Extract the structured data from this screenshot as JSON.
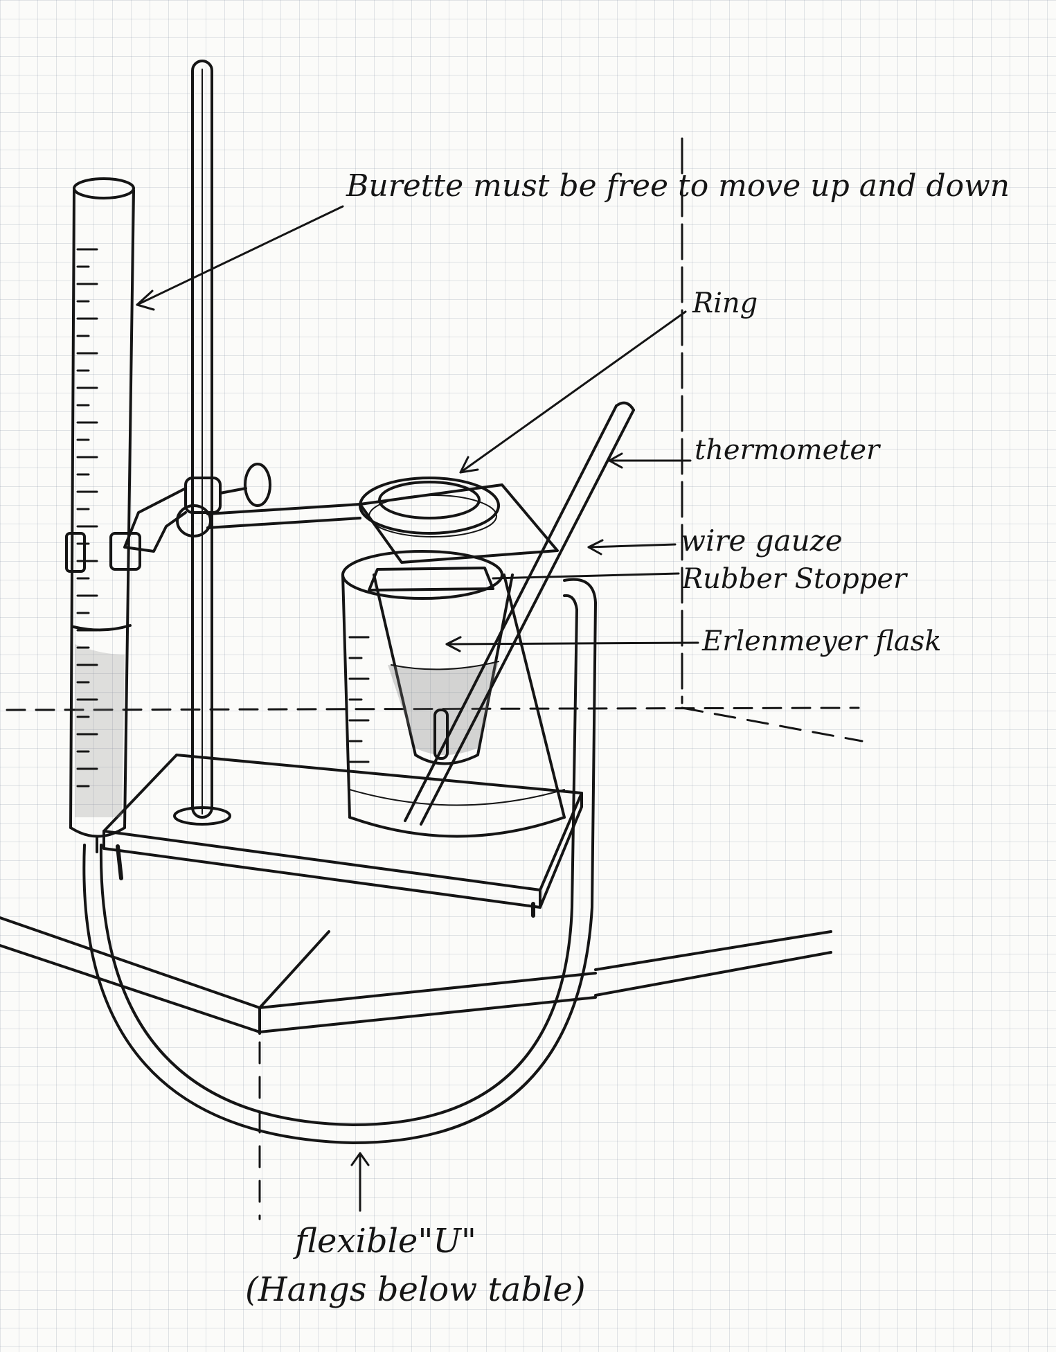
{
  "labels": {
    "burette": "Burette must be free to move up and down",
    "ring": "Ring",
    "thermometer": "thermometer",
    "wire_gauze": "wire gauze",
    "rubber_stopper": "Rubber Stopper",
    "erlenmeyer_flask": "Erlenmeyer flask",
    "flexible_u": "flexible\"U\"",
    "hangs_below": "(Hangs below table)"
  },
  "colors": {
    "ink": "#151515",
    "paper": "#fbfbf9",
    "grid": "#a9b0bb"
  }
}
